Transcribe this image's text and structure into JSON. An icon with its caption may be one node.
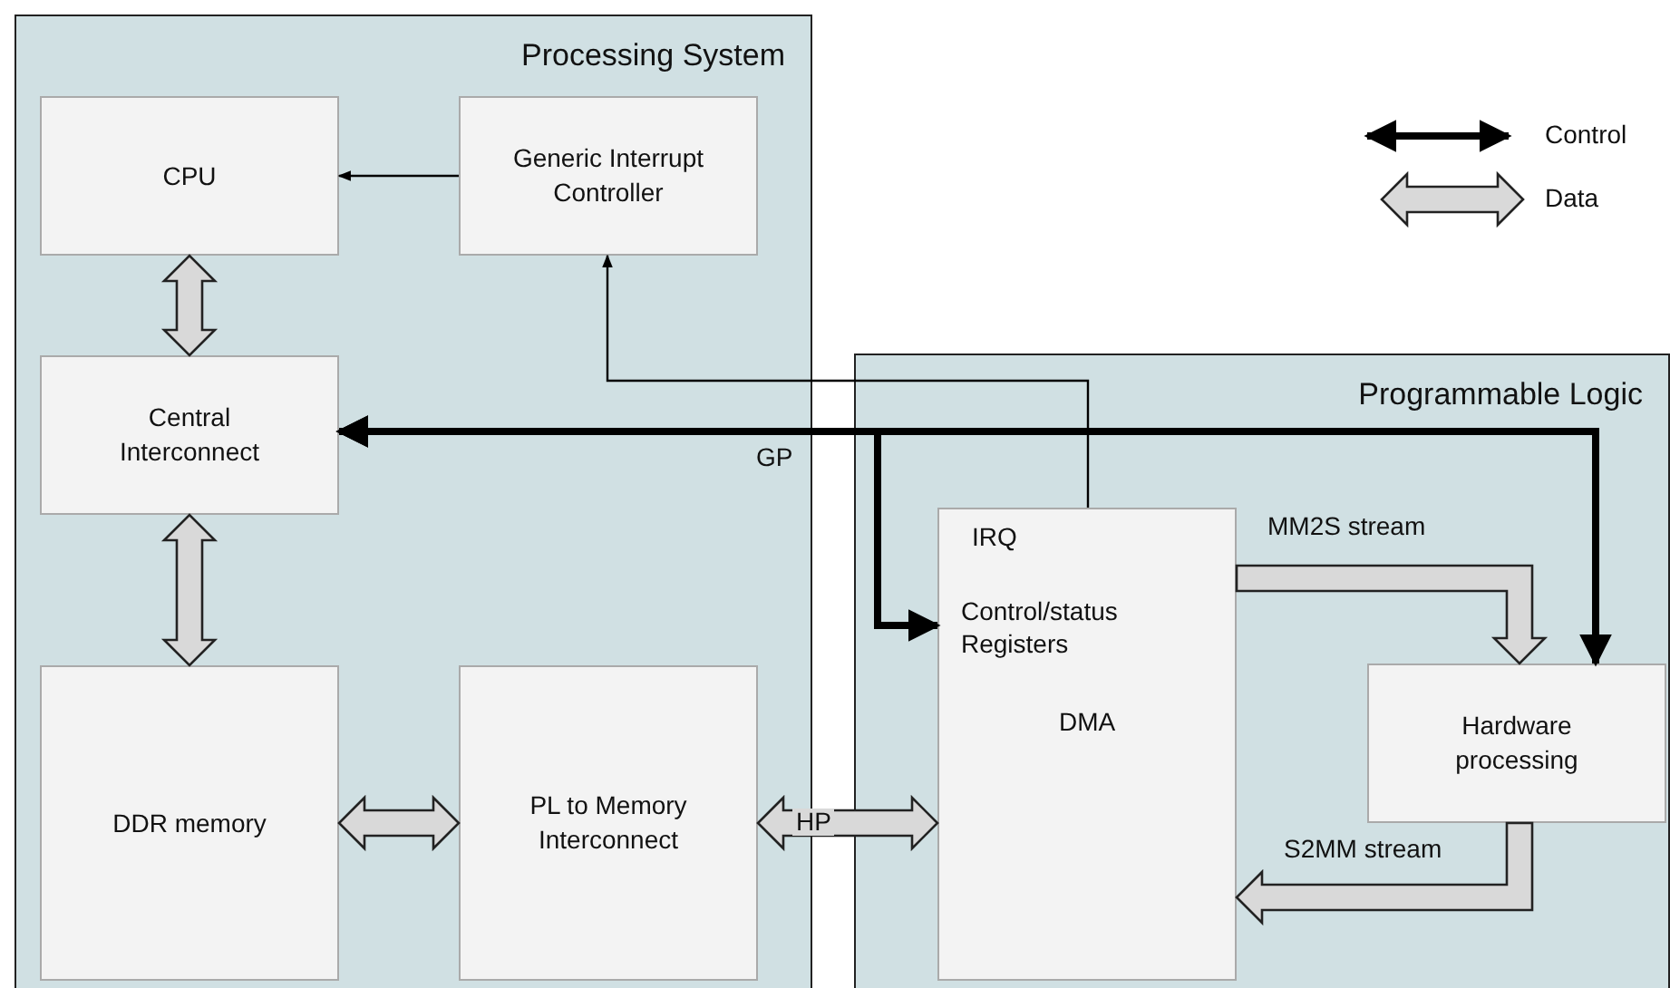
{
  "diagram": {
    "nodes": [
      {
        "text": [
          "Processing System"
        ]
      },
      {
        "text": [
          "CPU"
        ],
        "in": 0
      },
      {
        "text": [
          "Generic Interrupt Controller"
        ],
        "in": 0
      },
      {
        "text": [
          "Central Interconnect"
        ],
        "in": 0
      },
      {
        "text": [
          "DDR memory"
        ],
        "in": 0
      },
      {
        "text": [
          "PL to Memory Interconnect"
        ],
        "in": 0
      },
      {
        "text": [
          "Programmable Logic"
        ]
      },
      {
        "text": [
          "IRQ",
          "Control/status Registers",
          "DMA"
        ],
        "in": 6
      },
      {
        "text": [
          "Hardware processing"
        ],
        "in": 6
      }
    ],
    "edges": [
      {
        "from": 2,
        "to": 1,
        "arrow": "to",
        "color": "#000000"
      },
      {
        "from": 1,
        "to": 3,
        "arrow": "both"
      },
      {
        "from": 3,
        "to": 4,
        "arrow": "both"
      },
      {
        "from": 4,
        "to": 5,
        "arrow": "both"
      },
      {
        "from": 5,
        "to": 7,
        "arrow": "both",
        "label": "HP"
      },
      {
        "from": 8,
        "to": 3,
        "arrow": "both",
        "label": "GP",
        "style": "thick",
        "color": "#000000"
      },
      {
        "from": 7,
        "to": 3,
        "arrow": "both",
        "style": "thick",
        "color": "#000000"
      },
      {
        "from": 7,
        "to": 2,
        "arrow": "to",
        "color": "#000000"
      },
      {
        "from": 7,
        "to": 8,
        "arrow": "to",
        "label": "MM2S stream"
      },
      {
        "from": 8,
        "to": 7,
        "arrow": "to",
        "label": "S2MM stream"
      }
    ],
    "legend": [
      {
        "text": "Control"
      },
      {
        "text": "Data"
      }
    ]
  }
}
